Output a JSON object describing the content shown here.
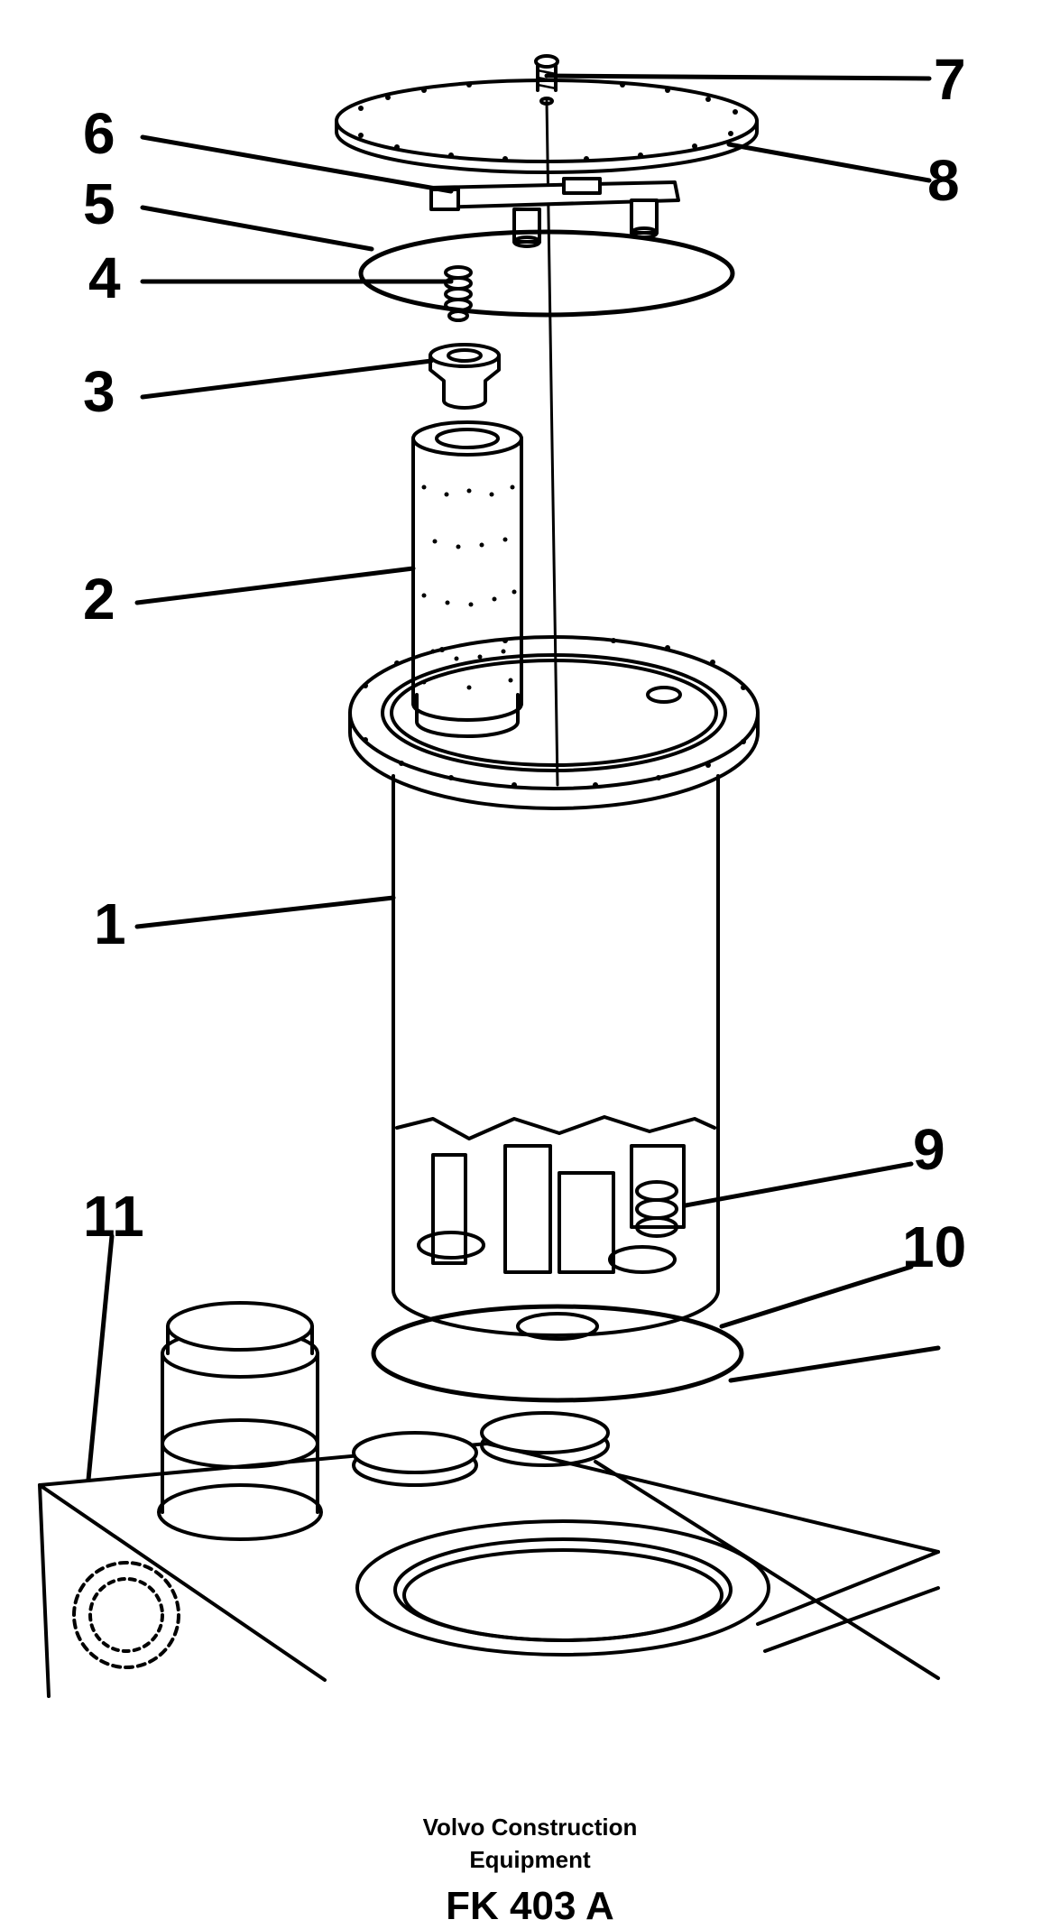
{
  "callouts": [
    {
      "id": "1",
      "label": "1"
    },
    {
      "id": "2",
      "label": "2"
    },
    {
      "id": "3",
      "label": "3"
    },
    {
      "id": "4",
      "label": "4"
    },
    {
      "id": "5",
      "label": "5"
    },
    {
      "id": "6",
      "label": "6"
    },
    {
      "id": "7",
      "label": "7"
    },
    {
      "id": "8",
      "label": "8"
    },
    {
      "id": "9",
      "label": "9"
    },
    {
      "id": "10",
      "label": "10"
    },
    {
      "id": "11",
      "label": "11"
    }
  ],
  "footer": {
    "line1": "Volvo Construction",
    "line2": "Equipment",
    "code": "FK 403 A"
  }
}
